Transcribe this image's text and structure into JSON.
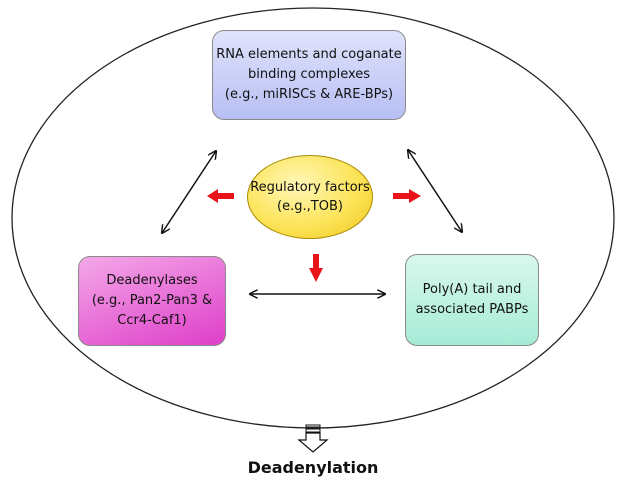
{
  "nodes": {
    "rna_elements": {
      "lines": [
        "RNA elements and coganate",
        "binding complexes",
        "(e.g., miRISCs & ARE-BPs)"
      ],
      "color": "#c3c9f5"
    },
    "regulatory_factors": {
      "lines": [
        "Regulatory factors",
        "(e.g.,TOB)"
      ],
      "color": "#f9dc3e"
    },
    "deadenylases": {
      "lines": [
        "Deadenylases",
        "(e.g., Pan2-Pan3 &",
        "Ccr4-Caf1)"
      ],
      "color": "#e65fd2"
    },
    "polya_tail": {
      "lines": [
        "Poly(A) tail and",
        "associated PABPs"
      ],
      "color": "#b9efdd"
    }
  },
  "edges": [
    {
      "from": "rna_elements",
      "to": "deadenylases",
      "style": "double-headed"
    },
    {
      "from": "rna_elements",
      "to": "polya_tail",
      "style": "double-headed"
    },
    {
      "from": "deadenylases",
      "to": "polya_tail",
      "style": "double-headed"
    },
    {
      "from": "regulatory_factors",
      "to": "rna_elements",
      "style": "red-arrow"
    },
    {
      "from": "regulatory_factors",
      "to": "polya_tail",
      "style": "red-arrow"
    },
    {
      "from": "regulatory_factors",
      "to": "deadenylases",
      "style": "red-arrow"
    }
  ],
  "outcome": {
    "label": "Deadenylation"
  },
  "colors": {
    "line": "#111111",
    "regulatory_arrow": "#e8141a",
    "outline": "#222222"
  }
}
